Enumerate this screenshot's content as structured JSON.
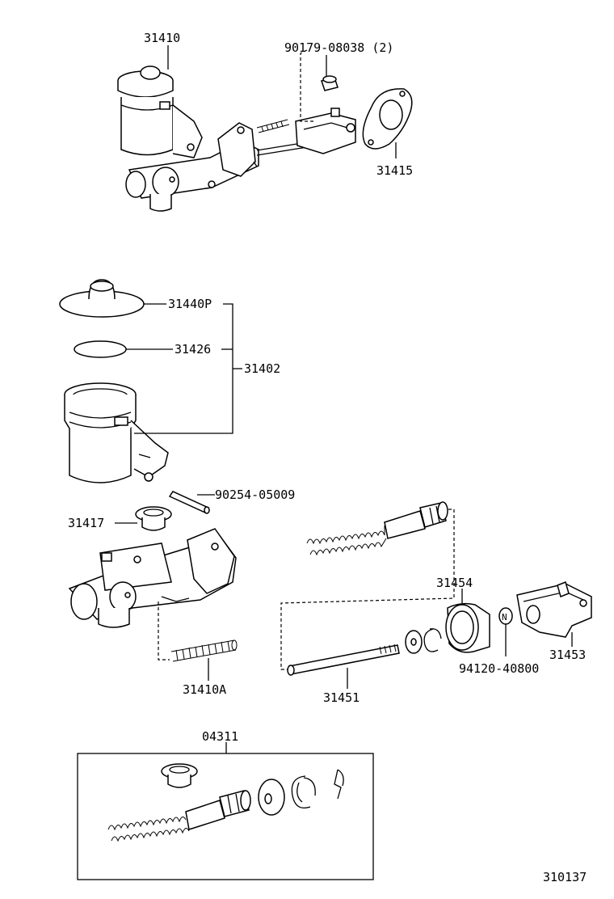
{
  "colors": {
    "ink": "#000000",
    "paper": "#ffffff"
  },
  "labels": {
    "p31410": "31410",
    "p90179": "90179-08038 (2)",
    "p31415": "31415",
    "p31440p": "31440P",
    "p31426": "31426",
    "p31402": "31402",
    "p90254": "90254-05009",
    "p31417": "31417",
    "p31410a": "31410A",
    "p31454": "31454",
    "p31453": "31453",
    "p94120": "94120-40800",
    "p94120_badge": "N",
    "p31451": "31451",
    "p04311": "04311",
    "diagram_id": "310137"
  }
}
